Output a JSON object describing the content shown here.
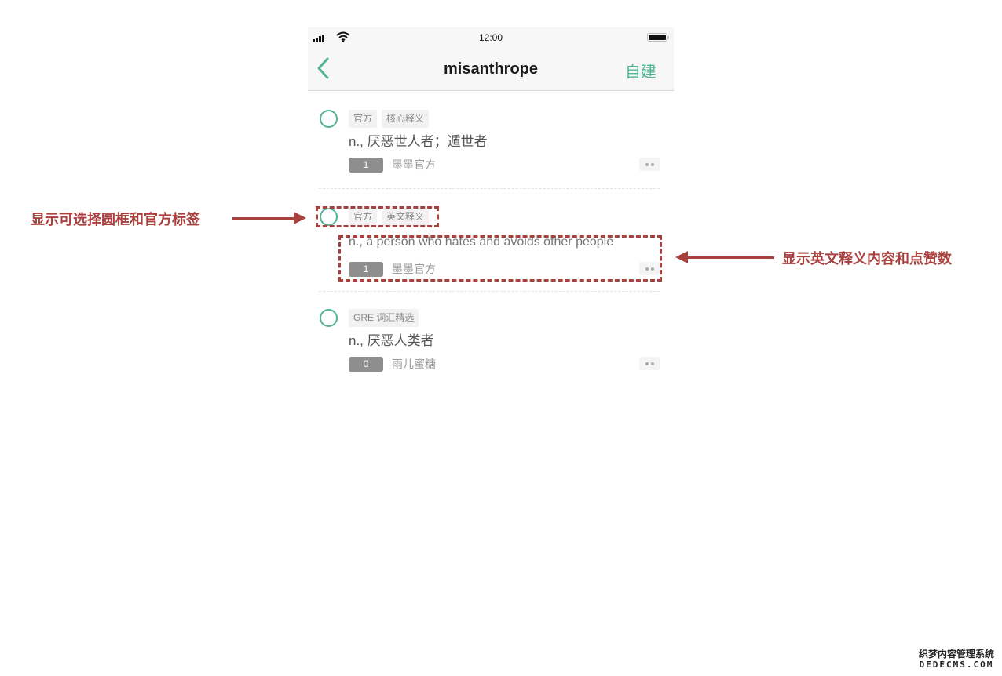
{
  "status_bar": {
    "time": "12:00",
    "signal_icon": "cellular-signal-icon",
    "wifi_icon": "wifi-icon",
    "battery_icon": "battery-full-icon"
  },
  "navbar": {
    "back_icon": "chevron-left-icon",
    "title": "misanthrope",
    "action_label": "自建"
  },
  "colors": {
    "accent": "#52b394",
    "annotation": "#a8403e",
    "likes_badge": "#8e8e8e"
  },
  "definitions": [
    {
      "tags": [
        "官方",
        "核心释义"
      ],
      "text": "n., 厌恶世人者；遁世者",
      "likes": "1",
      "author": "墨墨官方"
    },
    {
      "tags": [
        "官方",
        "英文释义"
      ],
      "text": "n., a person who hates and avoids other people",
      "likes": "1",
      "author": "墨墨官方"
    },
    {
      "tags": [
        "GRE 词汇精选"
      ],
      "text": "n., 厌恶人类者",
      "likes": "0",
      "author": "雨儿蜜糖"
    }
  ],
  "annotations": {
    "left": "显示可选择圆框和官方标签",
    "right": "显示英文释义内容和点赞数"
  },
  "watermark": {
    "line1": "织梦内容管理系统",
    "line2": "DEDECMS.COM"
  }
}
